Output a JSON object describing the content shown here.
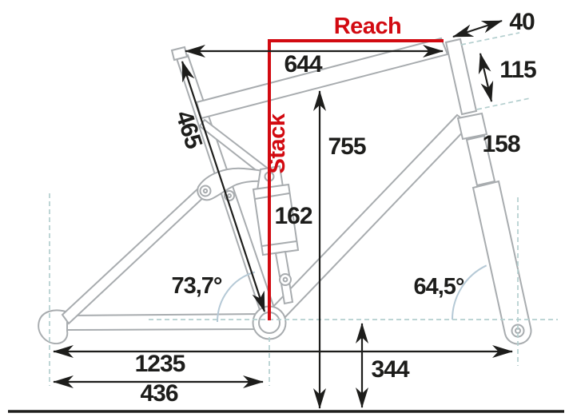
{
  "diagram": {
    "type": "bike-frame-geometry",
    "labels": {
      "reach": "Reach",
      "stack": "Stack"
    },
    "dimensions": {
      "top_length": "644",
      "stem_offset": "40",
      "head_tube_length": "115",
      "fork_section": "158",
      "front_height": "755",
      "seat_tube_length": "465",
      "shock_length": "162",
      "wheelbase": "1235",
      "chainstay_length": "436",
      "bb_height": "344"
    },
    "angles": {
      "seat_tube_angle": "73,7°",
      "head_tube_angle": "64,5°"
    },
    "colors": {
      "accent_red": "#d20a11",
      "dimension_black": "#1d1d1b",
      "frame_gray": "#a8acaf",
      "guide_dash_teal": "#b4cfcf",
      "angle_arc_blue": "#b5c9d6"
    }
  }
}
